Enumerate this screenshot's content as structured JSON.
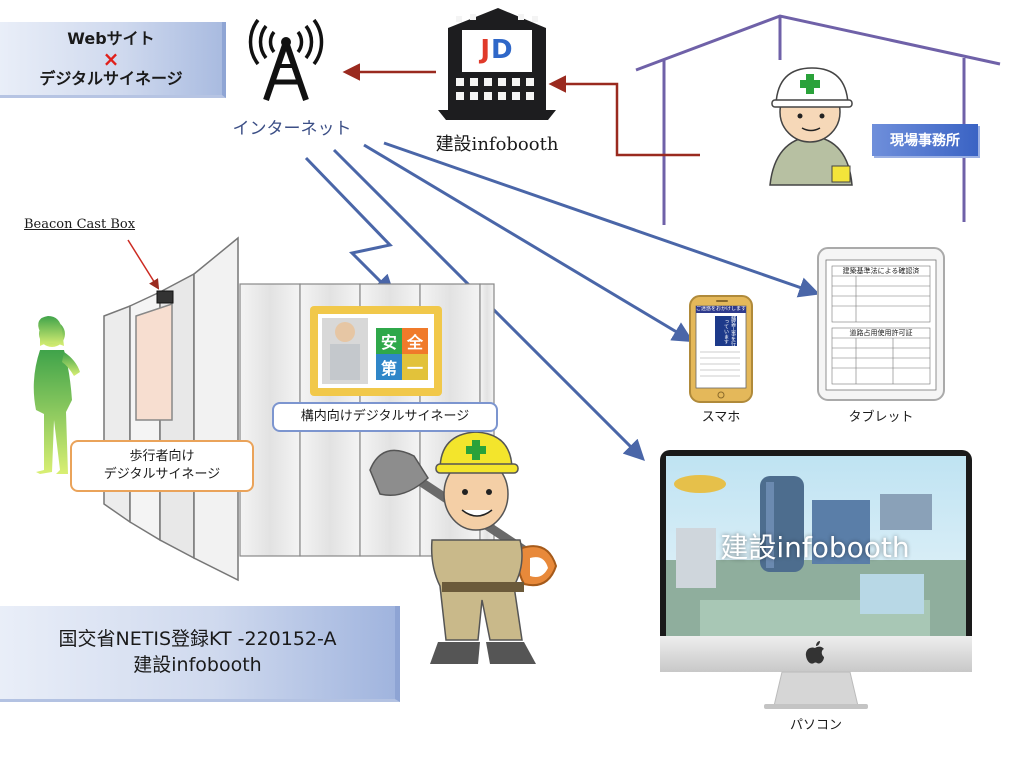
{
  "title_box": {
    "line1": "Webサイト",
    "cross": "×",
    "line2": "デジタルサイネージ"
  },
  "internet_label": "インターネット",
  "jd_logo": {
    "j": "J",
    "d": "D"
  },
  "infobooth_label": "建設infobooth",
  "site_office_label": "現場事務所",
  "beacon_label": "Beacon Cast Box",
  "premises_signage_label": "構内向けデジタルサイネージ",
  "poster": {
    "chars": [
      "安",
      "全",
      "第",
      "一"
    ]
  },
  "pedestrian_signage": {
    "line1": "歩行者向け",
    "line2": "デジタルサイネージ"
  },
  "smartphone": {
    "label": "スマホ",
    "screen_header": "ご迷惑をおかけします",
    "screen_big": "舗装工事を行っています"
  },
  "tablet": {
    "label": "タブレット",
    "doc_title1": "建築基準法による確認済",
    "doc_title2": "道路占用使用許可証"
  },
  "pc": {
    "label": "パソコン",
    "screen_title": "建設infobooth",
    "apple_icon": "apple-logo-icon"
  },
  "netis_box": {
    "line1": "国交省NETIS登録KT -220152-A",
    "line2": "建設infobooth"
  },
  "colors": {
    "arrow_blue": "#4a66a8",
    "arrow_red": "#9a2a1f",
    "house_purple": "#6f61a8",
    "title_gradient": "#a9bbe0",
    "pedestrian_green": "#5ab84a"
  }
}
